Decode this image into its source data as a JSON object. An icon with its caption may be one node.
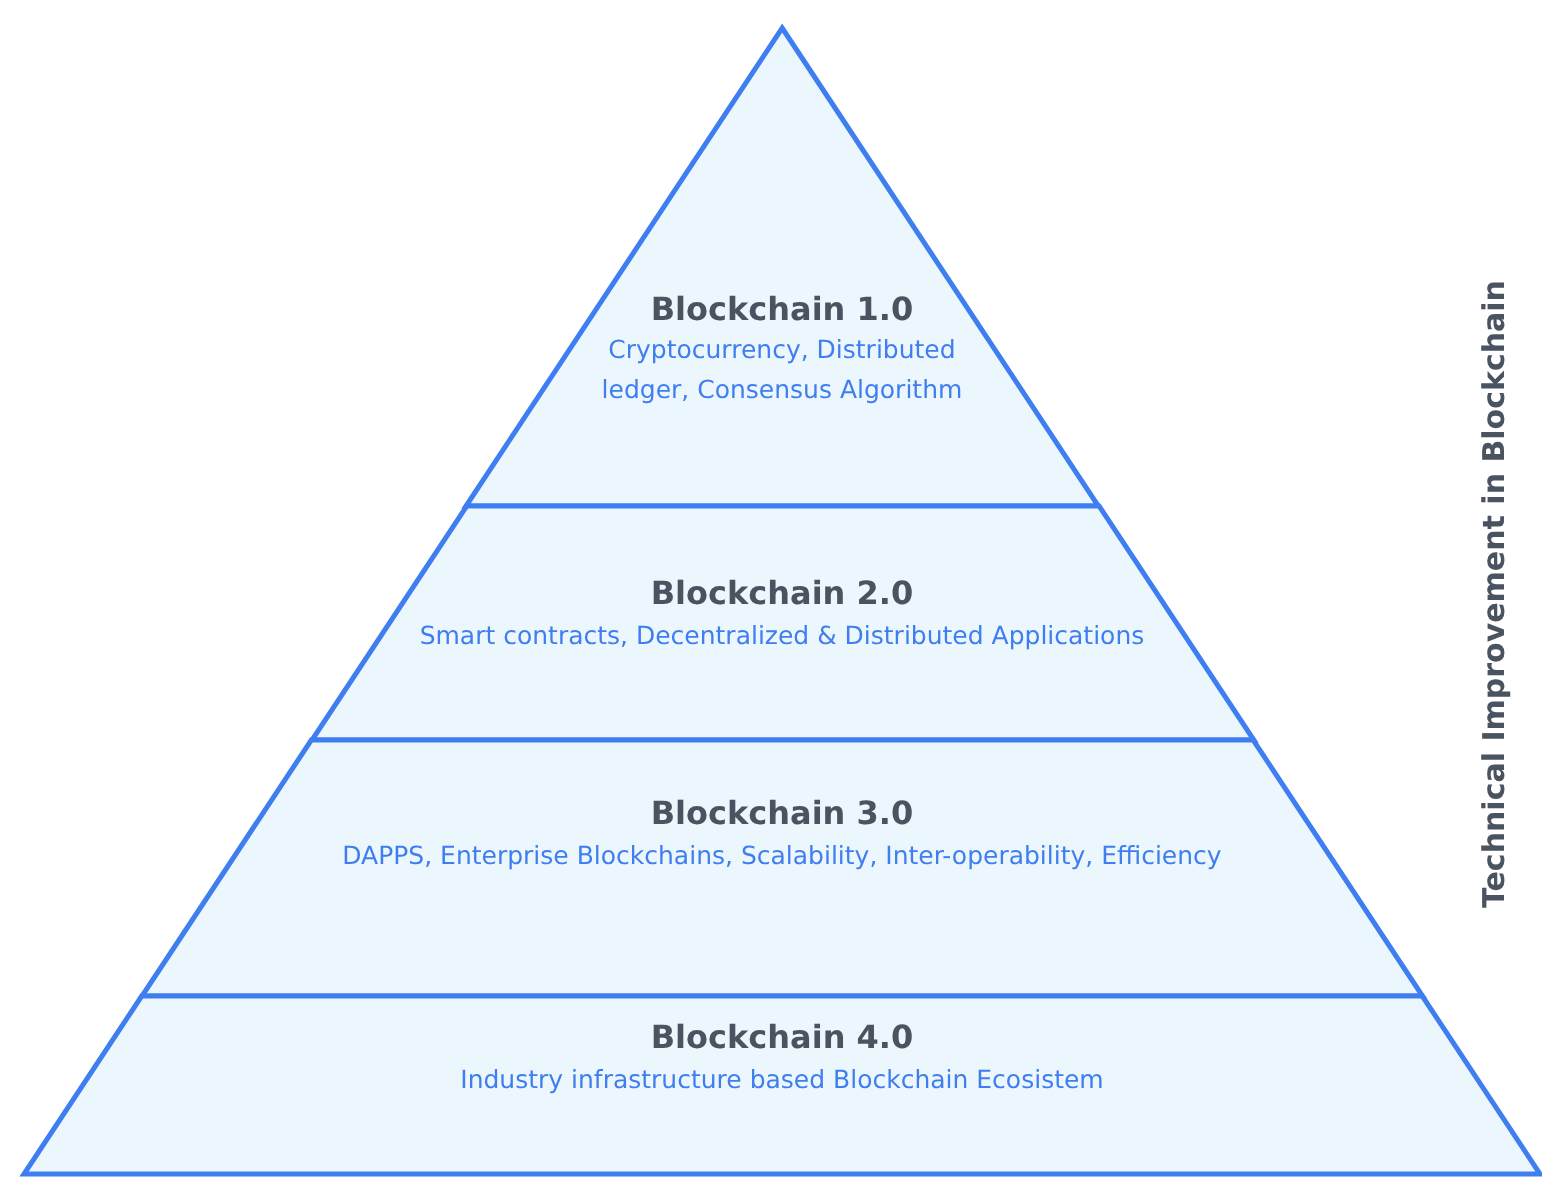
{
  "diagram": {
    "nodes": [
      {
        "text": [
          "Blockchain 1.0",
          "Cryptocurrency, Distributed ledger, Consensus Algorithm"
        ]
      },
      {
        "text": [
          "Blockchain 2.0",
          "Smart contracts, Decentralized & Distributed Applications"
        ]
      },
      {
        "text": [
          "Blockchain 3.0",
          "DAPPS, Enterprise Blockchains, Scalability, Inter-operability, Efficiency"
        ]
      },
      {
        "text": [
          "Blockchain 4.0",
          "Industry infrastructure based Blockchain Ecosistem"
        ]
      }
    ],
    "labels": [
      "Technical Improvement in Blockchain"
    ]
  }
}
